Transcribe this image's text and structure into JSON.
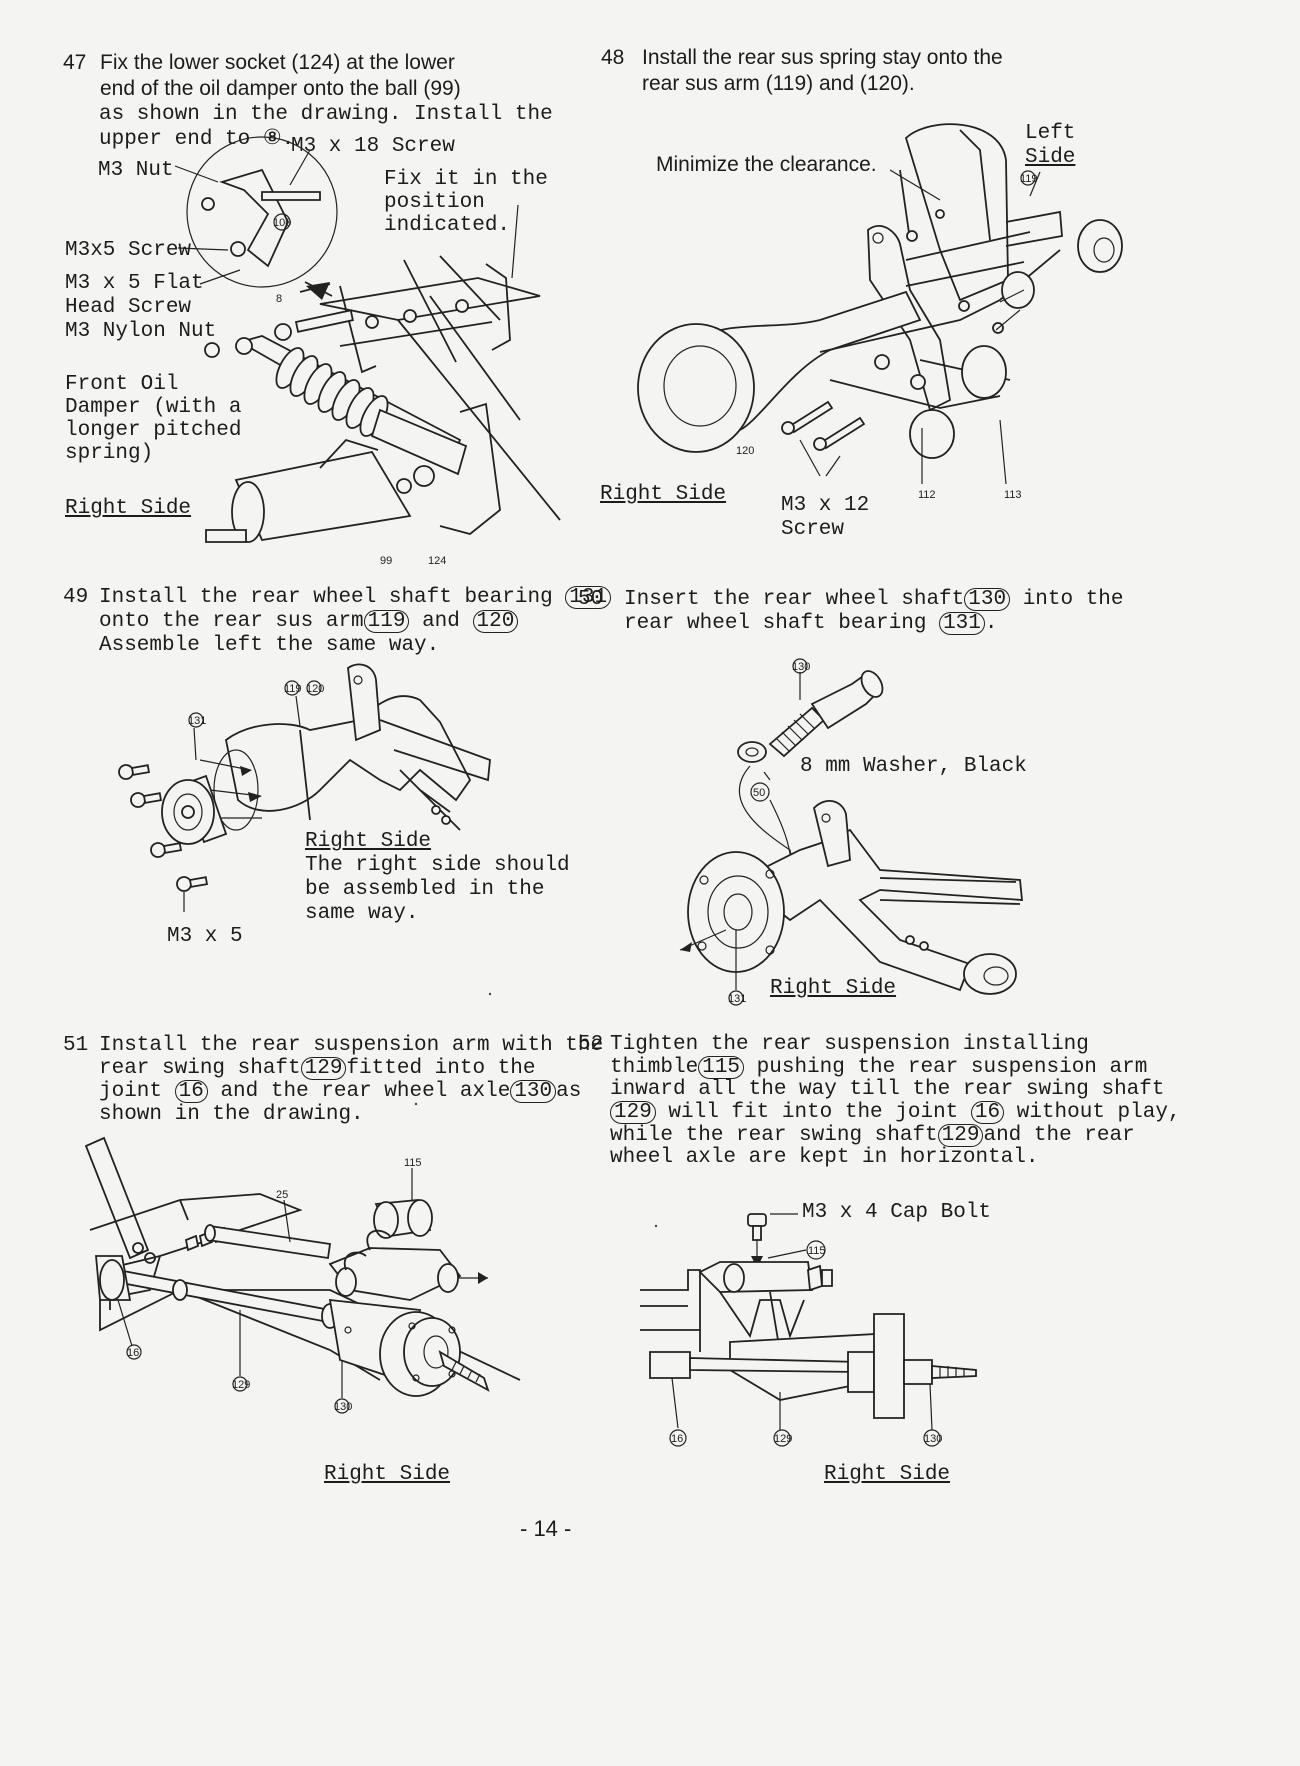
{
  "steps": [
    {
      "number": "47",
      "text_lines": [
        "Fix the lower socket (124) at the lower",
        "end of the oil damper onto the ball (99)",
        "as shown in the drawing.  Install the",
        "upper end to ⑧."
      ],
      "labels": {
        "m3_18_screw": "M3 x 18 Screw",
        "m3_nut": "M3 Nut",
        "fix_position": [
          "Fix it in the",
          "position",
          "indicated."
        ],
        "m3x5_screw": "M3x5 Screw",
        "flat_head": [
          "M3 x 5 Flat",
          "Head Screw",
          "M3 Nylon Nut"
        ],
        "front_damper": [
          "Front Oil",
          "Damper (with a",
          "longer pitched",
          "spring)"
        ],
        "right_side": "Right Side",
        "parts": [
          "100",
          "8",
          "99",
          "124"
        ]
      }
    },
    {
      "number": "48",
      "text_lines": [
        "Install the rear sus spring stay onto the",
        "rear sus arm (119) and (120)."
      ],
      "labels": {
        "left_side": [
          "Left",
          "Side"
        ],
        "minimize": "Minimize the clearance.",
        "right_side": "Right Side",
        "m3_12": [
          "M3 x 12",
          "Screw"
        ],
        "parts": [
          "119",
          "120",
          "112",
          "113"
        ]
      }
    },
    {
      "number": "49",
      "text_lines": [
        "Install the rear wheel shaft bearing",
        "onto the rear sus arm",
        "and",
        "Assemble left the same way."
      ],
      "callouts": [
        "131",
        "119",
        "120"
      ],
      "labels": {
        "right_side": "Right Side",
        "note": [
          "The right side should",
          "be assembled in the",
          "same way."
        ],
        "m3x5": "M3 x 5",
        "parts": [
          "131",
          "119",
          "120"
        ]
      }
    },
    {
      "number": "50",
      "text_lines": [
        "Insert the rear wheel shaft",
        "into the",
        "rear wheel shaft bearing",
        "."
      ],
      "callouts": [
        "130",
        "131"
      ],
      "labels": {
        "washer": "8 mm Washer, Black",
        "right_side": "Right Side",
        "parts": [
          "130",
          "50",
          "131"
        ]
      }
    },
    {
      "number": "51",
      "text_lines": [
        "Install the rear suspension arm with the",
        "rear swing shaft",
        "fitted into the",
        "joint",
        "and the rear wheel axle",
        "as",
        "shown in the drawing."
      ],
      "callouts": [
        "129",
        "16",
        "130"
      ],
      "labels": {
        "right_side": "Right Side",
        "parts": [
          "115",
          "25",
          "16",
          "129",
          "130"
        ]
      }
    },
    {
      "number": "52",
      "text_lines": [
        "Tighten the rear suspension installing",
        "thimble",
        "pushing the rear suspension arm",
        "inward all the way till the rear swing shaft",
        "will fit into the joint",
        "without play,",
        "while the rear swing shaft",
        "and the rear",
        "wheel axle are kept in horizontal."
      ],
      "callouts": [
        "115",
        "129",
        "16",
        "129"
      ],
      "labels": {
        "cap_bolt": "M3 x 4 Cap Bolt",
        "right_side": "Right Side",
        "parts": [
          "115",
          "16",
          "129",
          "130"
        ]
      }
    }
  ],
  "page_number": "- 14 -"
}
